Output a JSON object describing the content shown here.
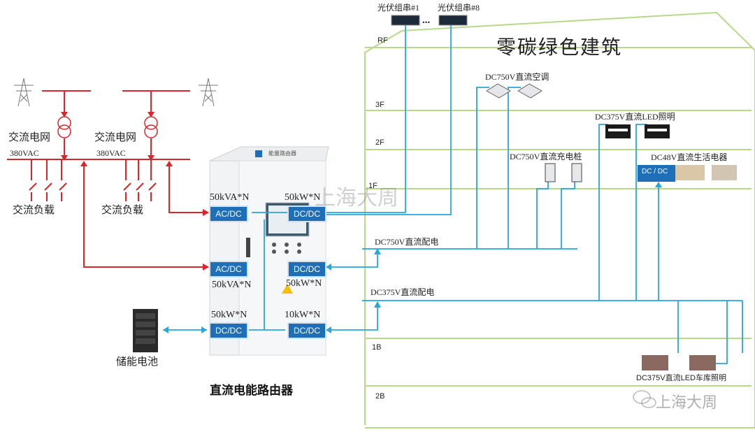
{
  "building": {
    "title": "零碳绿色建筑",
    "floors": [
      "RF",
      "3F",
      "2F",
      "1F",
      "1B",
      "2B"
    ]
  },
  "grid": {
    "left": {
      "name": "交流电网",
      "voltage": "380VAC",
      "load": "交流负载"
    },
    "right": {
      "name": "交流电网",
      "voltage": "380VAC",
      "load": "交流负载"
    }
  },
  "pv": {
    "first": "光伏组串#1",
    "last": "光伏组串#8",
    "ellipsis": "..."
  },
  "router": {
    "caption": "直流电能路由器",
    "panel_label": "能量路由器",
    "converters": [
      {
        "id": "ac-dc-top",
        "label": "AC/DC",
        "rating": "50kVA*N"
      },
      {
        "id": "dc-dc-top",
        "label": "DC/DC",
        "rating": "50kW*N"
      },
      {
        "id": "ac-dc-mid",
        "label": "AC/DC",
        "rating": "50kVA*N"
      },
      {
        "id": "dc-dc-mid",
        "label": "DC/DC",
        "rating": "50kW*N"
      },
      {
        "id": "dc-dc-bat",
        "label": "DC/DC",
        "rating": "50kW*N"
      },
      {
        "id": "dc-dc-bot",
        "label": "DC/DC",
        "rating": "10kW*N"
      }
    ]
  },
  "storage": {
    "label": "储能电池"
  },
  "buses": {
    "dc750": "DC750V直流配电",
    "dc375": "DC375V直流配电"
  },
  "loads": {
    "ac": "DC750V直流空调",
    "led": "DC375V直流LED照明",
    "charger": "DC750V直流充电桩",
    "dc48": "DC48V直流生活电器",
    "dc48_box": "DC / DC",
    "garage": "DC375V直流LED车库照明"
  },
  "watermark": {
    "center": "上海大周",
    "corner": "上海大周"
  },
  "colors": {
    "bus": "#2aa6d8",
    "ac_line": "#d9262b",
    "wall": "#b8d98a",
    "converter": "#1e6fb8"
  }
}
